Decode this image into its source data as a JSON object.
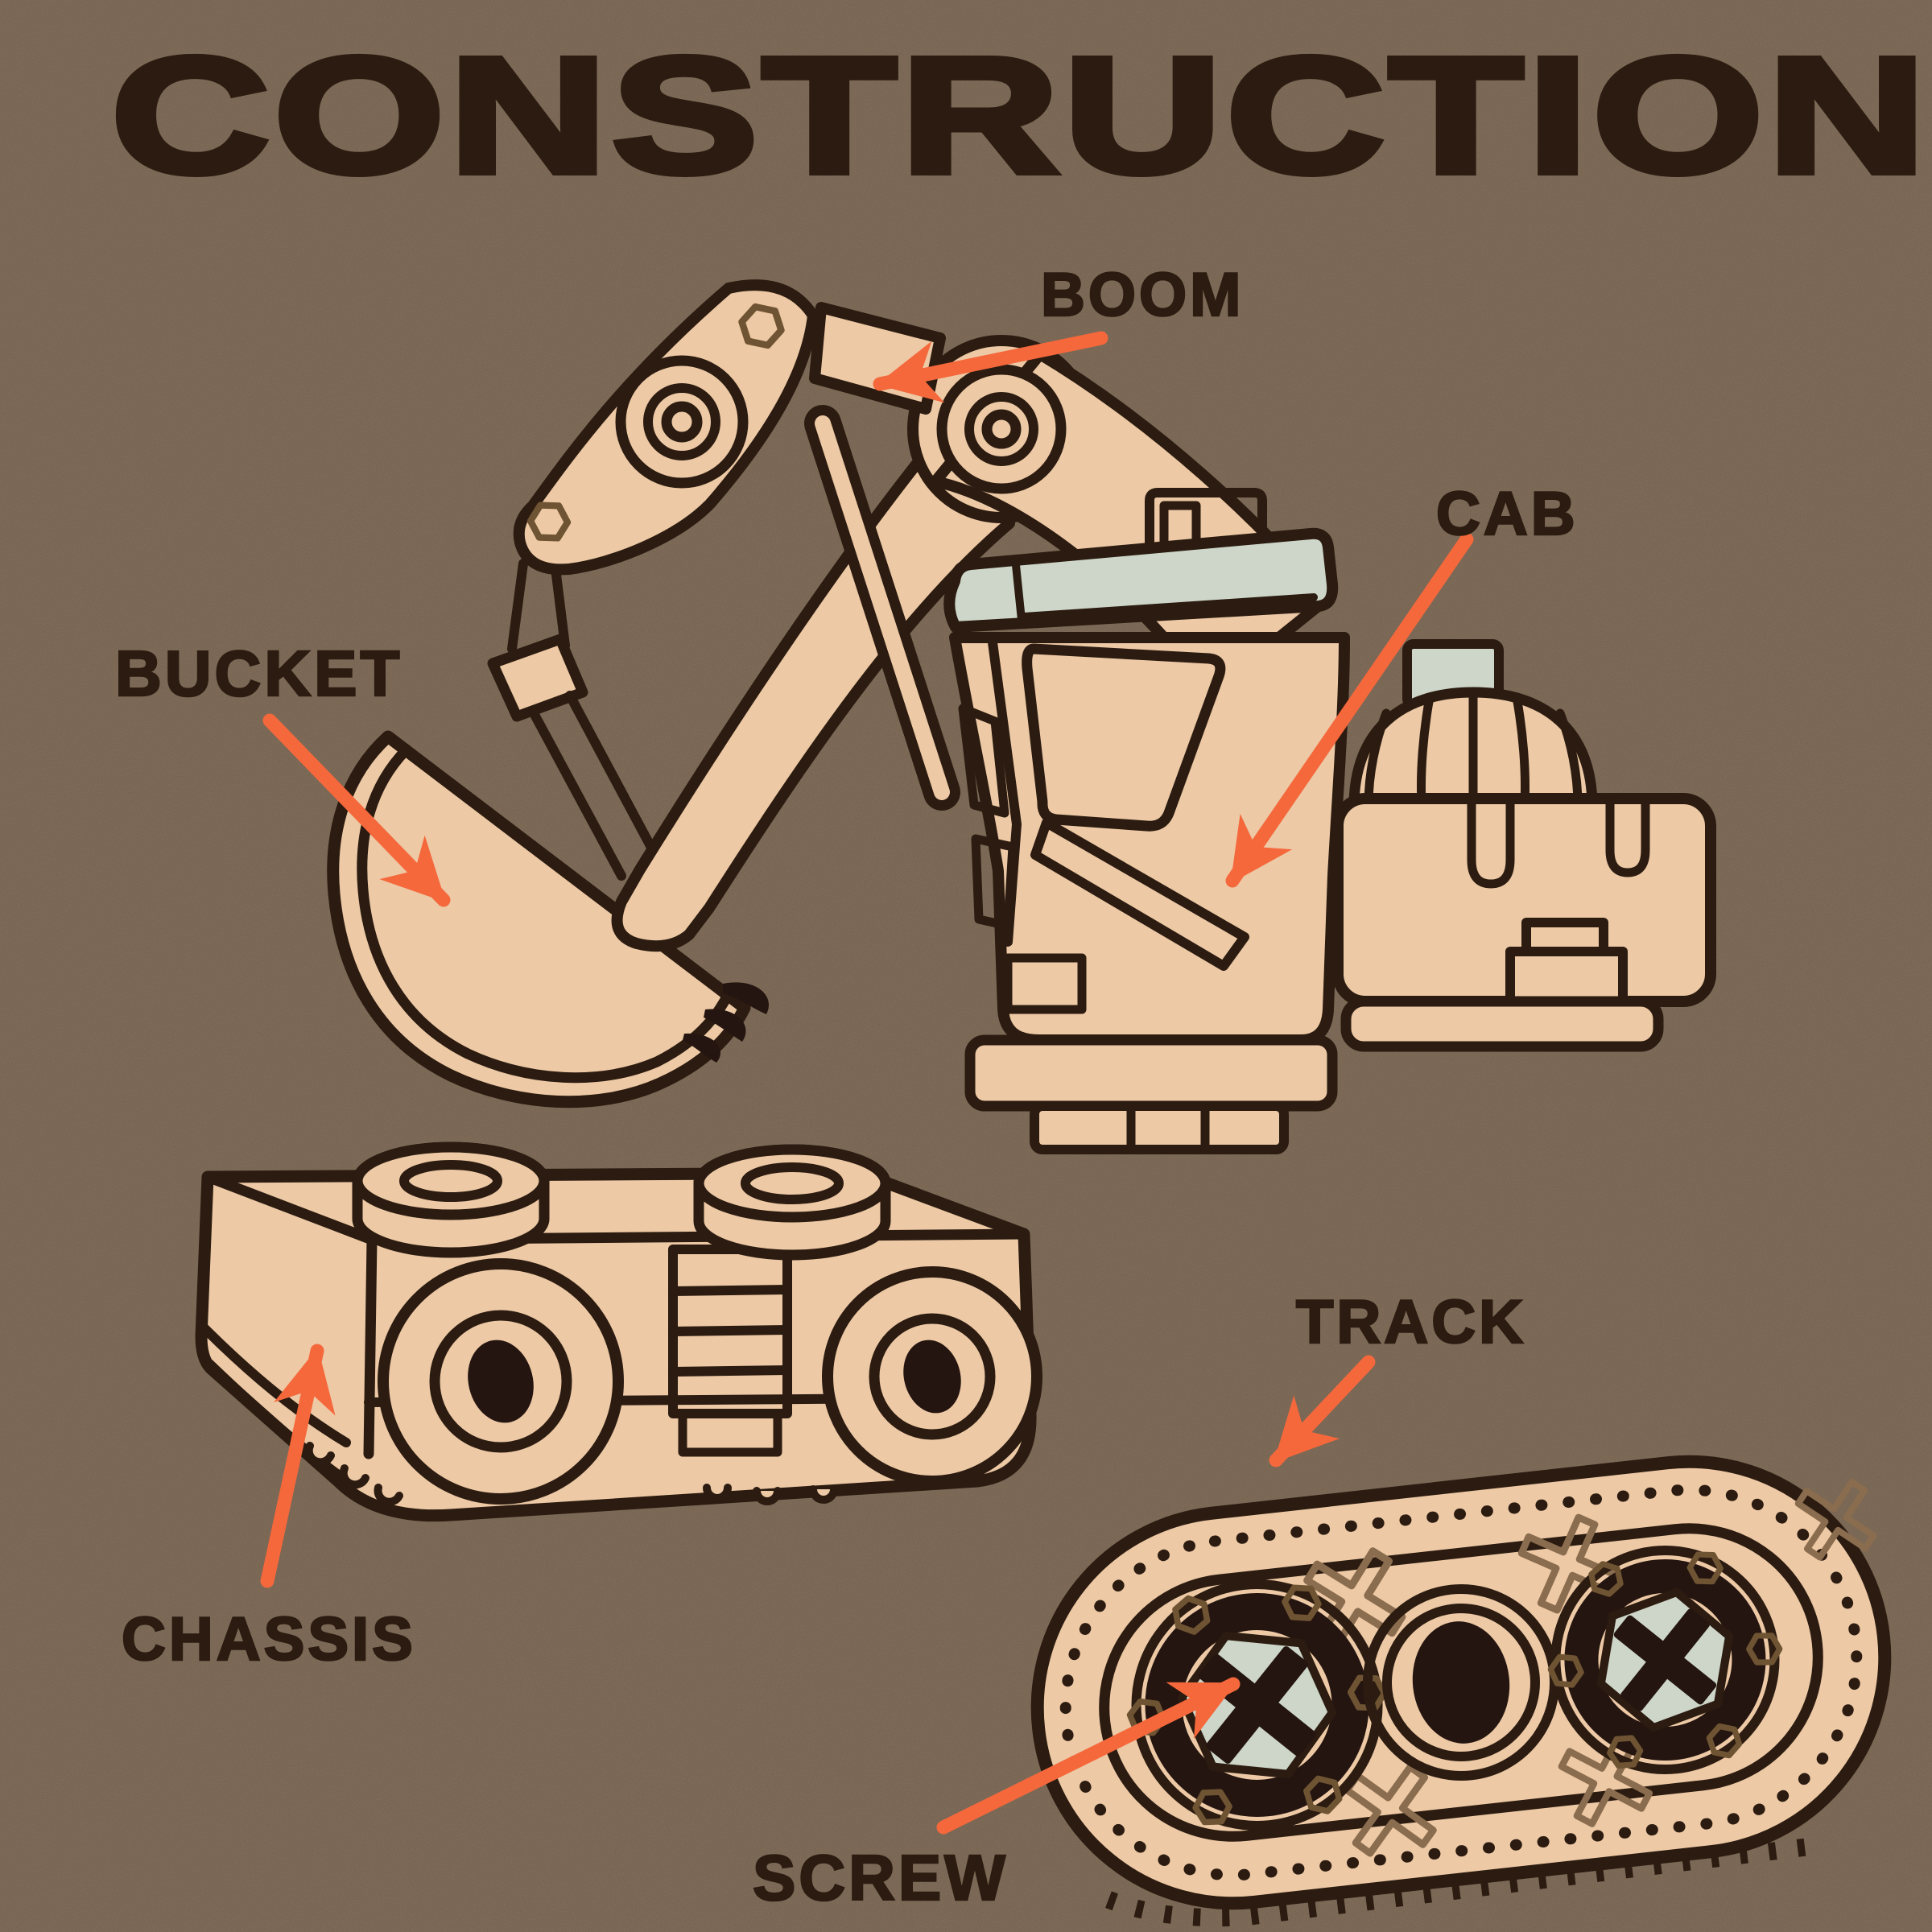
{
  "title": "CONSTRUCTION",
  "poster": {
    "type": "toy-excavator parts diagram",
    "labels": {
      "boom": "BOOM",
      "cab": "CAB",
      "bucket": "BUCKET",
      "chassis": "CHASSIS",
      "track": "TRACK",
      "screw": "SCREW"
    }
  },
  "icons": {
    "arrow": "orange-pointer-arrow",
    "screw_head": "phillips-cross-icon",
    "bolt": "hex-bolt-icon"
  },
  "colors": {
    "background": "#edc9a5",
    "ink": "#2b1b10",
    "accent": "#f4683c",
    "panel_green": "#cdd6c8",
    "dark_fill": "#241510",
    "soft_ink": "#8a6c4e",
    "mid_ink": "#6f5433"
  }
}
